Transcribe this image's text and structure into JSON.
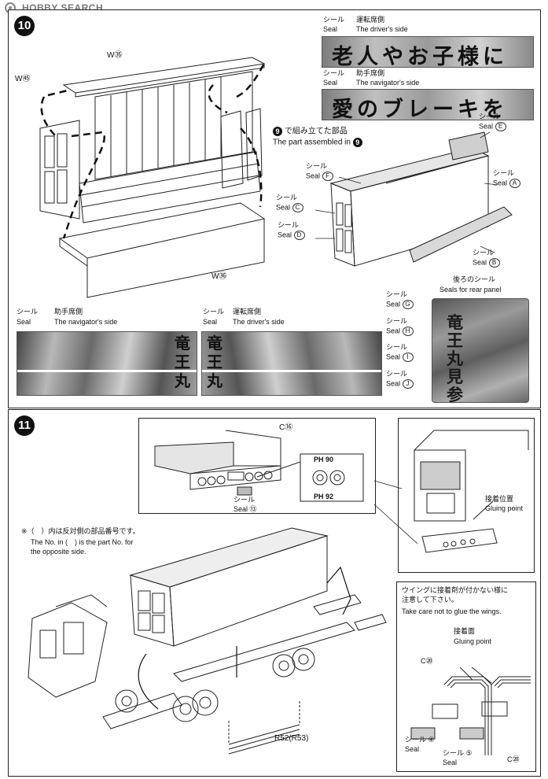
{
  "watermark": {
    "brand": "HOBBY SEARCH"
  },
  "step10": {
    "number": "10",
    "part_w35": "W㉟",
    "part_w45": "W㊺",
    "part_w36": "W㊱",
    "driver_seal_top": {
      "jp": "シール",
      "en": "Seal",
      "side_jp": "運転席側",
      "side_en": "The driver's side",
      "text": "老人やお子様に"
    },
    "navigator_seal_top": {
      "jp": "シール",
      "en": "Seal",
      "side_jp": "助手席側",
      "side_en": "The navigator's side",
      "text": "愛のブレーキを"
    },
    "assembled_note": {
      "num": "9",
      "jp": "で組み立てた部品",
      "en": "The part assembled in"
    },
    "seal_labels": [
      {
        "jp": "シール",
        "en": "Seal",
        "code": "E"
      },
      {
        "jp": "シール",
        "en": "Seal",
        "code": "F"
      },
      {
        "jp": "シール",
        "en": "Seal",
        "code": "A"
      },
      {
        "jp": "シール",
        "en": "Seal",
        "code": "C"
      },
      {
        "jp": "シール",
        "en": "Seal",
        "code": "D"
      },
      {
        "jp": "シール",
        "en": "Seal",
        "code": "B"
      }
    ],
    "rear_panel": {
      "jp": "後ろのシール",
      "en": "Seals for rear panel",
      "text": "竜王丸見参"
    },
    "rear_labels": [
      {
        "jp": "シール",
        "en": "Seal",
        "code": "G"
      },
      {
        "jp": "シール",
        "en": "Seal",
        "code": "H"
      },
      {
        "jp": "シール",
        "en": "Seal",
        "code": "I"
      },
      {
        "jp": "シール",
        "en": "Seal",
        "code": "J"
      }
    ],
    "side_seal_nav": {
      "jp": "シール",
      "en": "Seal",
      "side_jp": "助手席側",
      "side_en": "The navigator's side",
      "text": "竜王丸"
    },
    "side_seal_drv": {
      "jp": "シール",
      "en": "Seal",
      "side_jp": "運転席側",
      "side_en": "The driver's side",
      "text": "竜王丸"
    }
  },
  "step11": {
    "number": "11",
    "part_c16": "C⑯",
    "seal_13": {
      "jp": "シール",
      "en": "Seal",
      "code": "⑬"
    },
    "ph90": "PH 90",
    "ph92": "PH 92",
    "gluing_point_top": {
      "jp": "接着位置",
      "en": "Gluing point"
    },
    "note": {
      "jp": "※（　）内は反対側の部品番号です。",
      "en1": "The No. in (　) is the part No. for",
      "en2": "the opposite side."
    },
    "wing_note": {
      "jp1": "ウイングに接着剤が付かない様に",
      "jp2": "注意して下さい。",
      "en": "Take care not to glue the wings."
    },
    "gluing_face": {
      "jp": "接着面",
      "en": "Gluing point"
    },
    "part_c20_top": "C⑳",
    "part_c20_bottom": "C⑳",
    "seal_4": {
      "jp": "シール",
      "en": "Seal",
      "code": "④"
    },
    "seal_5": {
      "jp": "シール",
      "en": "Seal",
      "code": "⑤"
    },
    "part_r52": "R52(R53)"
  }
}
